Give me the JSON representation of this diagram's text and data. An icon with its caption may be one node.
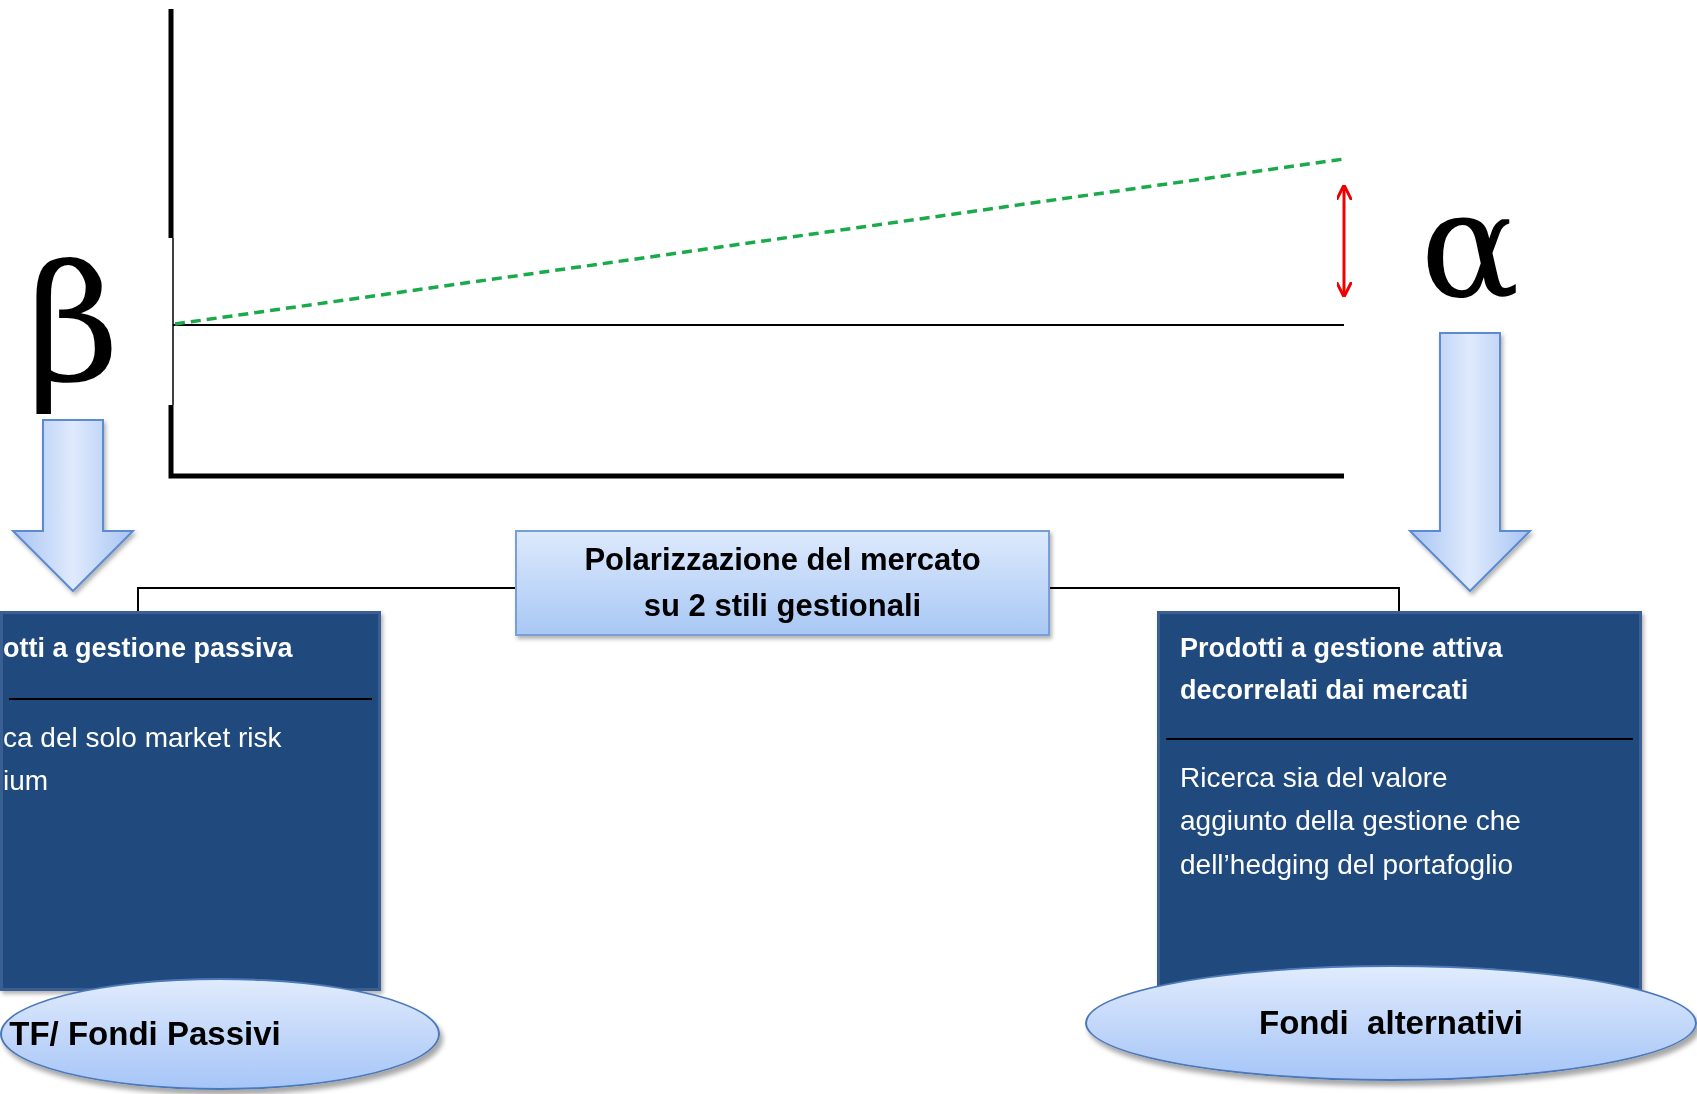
{
  "diagram": {
    "nodes": [
      {
        "text": [
          "β"
        ]
      },
      {
        "text": [
          "α"
        ]
      },
      {
        "text": [
          "Polarizzazione del mercato su 2 stili gestionali"
        ]
      },
      {
        "text": [
          "otti a gestione passiva",
          "ca del solo market risk ium"
        ]
      },
      {
        "text": [
          "TF/ Fondi Passivi"
        ]
      },
      {
        "text": [
          "Prodotti a gestione attiva decorrelati dai mercati",
          "Ricerca sia del valore aggiunto della gestione che dell’hedging del portafoglio"
        ]
      },
      {
        "text": [
          "Fondi  alternativi"
        ]
      }
    ],
    "edges": [
      {
        "from": 0,
        "to": 3,
        "arrow": "to",
        "style": "thick"
      },
      {
        "from": 1,
        "to": 5,
        "arrow": "to",
        "style": "thick"
      },
      {
        "from": 2,
        "to": 3,
        "arrow": "none"
      },
      {
        "from": 2,
        "to": 5,
        "arrow": "none"
      }
    ]
  }
}
